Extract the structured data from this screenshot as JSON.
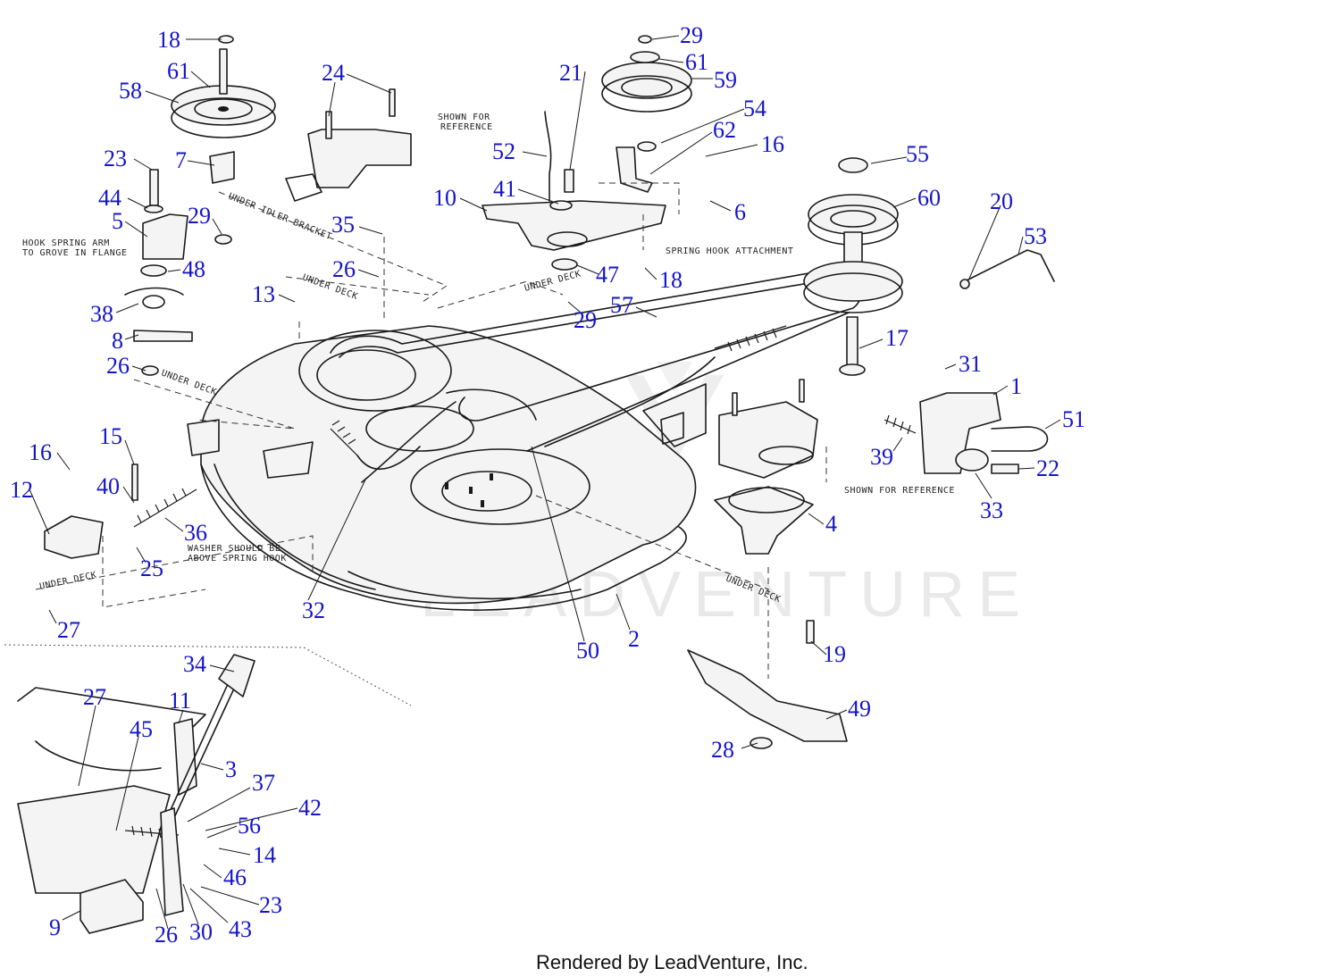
{
  "watermark": "LEADVENTURE",
  "footer": "Rendered by LeadVenture, Inc.",
  "notes": {
    "shown_for_reference_1": "SHOWN FOR",
    "shown_for_reference_2": "REFERENCE",
    "under_idler_bracket": "UNDER IDLER BRACKET",
    "hook_spring_1": "HOOK SPRING ARM",
    "hook_spring_2": "TO GROVE IN FLANGE",
    "under_deck": "UNDER DECK",
    "spring_hook_attachment": "SPRING HOOK ATTACHMENT",
    "shown_for_reference_full": "SHOWN FOR REFERENCE",
    "washer_1": "WASHER SHOULD BE",
    "washer_2": "ABOVE SPRING HOOK"
  },
  "callouts": [
    {
      "id": "c18a",
      "label": "18"
    },
    {
      "id": "c61a",
      "label": "61"
    },
    {
      "id": "c58",
      "label": "58"
    },
    {
      "id": "c23a",
      "label": "23"
    },
    {
      "id": "c7",
      "label": "7"
    },
    {
      "id": "c44",
      "label": "44"
    },
    {
      "id": "c5",
      "label": "5"
    },
    {
      "id": "c29a",
      "label": "29"
    },
    {
      "id": "c48",
      "label": "48"
    },
    {
      "id": "c38",
      "label": "38"
    },
    {
      "id": "c8",
      "label": "8"
    },
    {
      "id": "c26a",
      "label": "26"
    },
    {
      "id": "c24",
      "label": "24"
    },
    {
      "id": "c35",
      "label": "35"
    },
    {
      "id": "c26b",
      "label": "26"
    },
    {
      "id": "c13",
      "label": "13"
    },
    {
      "id": "c29b",
      "label": "29"
    },
    {
      "id": "c61b",
      "label": "61"
    },
    {
      "id": "c59",
      "label": "59"
    },
    {
      "id": "c21",
      "label": "21"
    },
    {
      "id": "c54",
      "label": "54"
    },
    {
      "id": "c52",
      "label": "52"
    },
    {
      "id": "c62",
      "label": "62"
    },
    {
      "id": "c16a",
      "label": "16"
    },
    {
      "id": "c10",
      "label": "10"
    },
    {
      "id": "c41",
      "label": "41"
    },
    {
      "id": "c6",
      "label": "6"
    },
    {
      "id": "c47",
      "label": "47"
    },
    {
      "id": "c18b",
      "label": "18"
    },
    {
      "id": "c29c",
      "label": "29"
    },
    {
      "id": "c57",
      "label": "57"
    },
    {
      "id": "c55",
      "label": "55"
    },
    {
      "id": "c60",
      "label": "60"
    },
    {
      "id": "c20",
      "label": "20"
    },
    {
      "id": "c53",
      "label": "53"
    },
    {
      "id": "c17",
      "label": "17"
    },
    {
      "id": "c31",
      "label": "31"
    },
    {
      "id": "c1",
      "label": "1"
    },
    {
      "id": "c51",
      "label": "51"
    },
    {
      "id": "c39",
      "label": "39"
    },
    {
      "id": "c22",
      "label": "22"
    },
    {
      "id": "c33",
      "label": "33"
    },
    {
      "id": "c4",
      "label": "4"
    },
    {
      "id": "c16b",
      "label": "16"
    },
    {
      "id": "c15",
      "label": "15"
    },
    {
      "id": "c12",
      "label": "12"
    },
    {
      "id": "c40",
      "label": "40"
    },
    {
      "id": "c36",
      "label": "36"
    },
    {
      "id": "c25",
      "label": "25"
    },
    {
      "id": "c27a",
      "label": "27"
    },
    {
      "id": "c32",
      "label": "32"
    },
    {
      "id": "c50",
      "label": "50"
    },
    {
      "id": "c2",
      "label": "2"
    },
    {
      "id": "c19",
      "label": "19"
    },
    {
      "id": "c49",
      "label": "49"
    },
    {
      "id": "c28",
      "label": "28"
    },
    {
      "id": "c34",
      "label": "34"
    },
    {
      "id": "c27b",
      "label": "27"
    },
    {
      "id": "c11",
      "label": "11"
    },
    {
      "id": "c45",
      "label": "45"
    },
    {
      "id": "c3",
      "label": "3"
    },
    {
      "id": "c37",
      "label": "37"
    },
    {
      "id": "c42",
      "label": "42"
    },
    {
      "id": "c56",
      "label": "56"
    },
    {
      "id": "c14",
      "label": "14"
    },
    {
      "id": "c46",
      "label": "46"
    },
    {
      "id": "c23b",
      "label": "23"
    },
    {
      "id": "c43",
      "label": "43"
    },
    {
      "id": "c30",
      "label": "30"
    },
    {
      "id": "c26c",
      "label": "26"
    },
    {
      "id": "c9",
      "label": "9"
    }
  ]
}
